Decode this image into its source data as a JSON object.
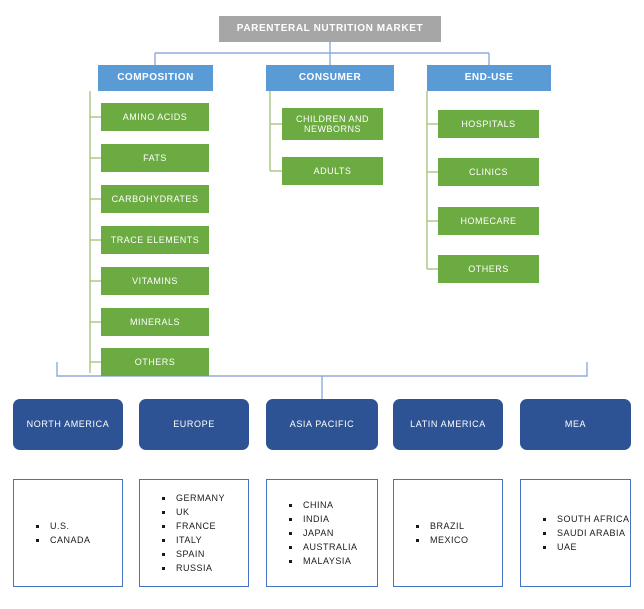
{
  "diagram": {
    "title": "PARENTERAL NUTRITION MARKET",
    "colors": {
      "root": "#a6a6a6",
      "category": "#5b9bd5",
      "leaf": "#6cab42",
      "region": "#2e5395",
      "connector_blue": "#8faadc",
      "connector_green": "#a9c47f",
      "card_border": "#4472c4"
    },
    "categories": [
      {
        "label": "COMPOSITION",
        "items": [
          {
            "label": "AMINO ACIDS"
          },
          {
            "label": "FATS"
          },
          {
            "label": "CARBOHYDRATES"
          },
          {
            "label": "TRACE ELEMENTS"
          },
          {
            "label": "VITAMINS"
          },
          {
            "label": "MINERALS"
          },
          {
            "label": "OTHERS"
          }
        ]
      },
      {
        "label": "CONSUMER",
        "items": [
          {
            "label": "CHILDREN AND NEWBORNS"
          },
          {
            "label": "ADULTS"
          }
        ]
      },
      {
        "label": "END-USE",
        "items": [
          {
            "label": "HOSPITALS"
          },
          {
            "label": "CLINICS"
          },
          {
            "label": "HOMECARE"
          },
          {
            "label": "OTHERS"
          }
        ]
      }
    ],
    "regions": [
      {
        "label": "NORTH AMERICA",
        "countries": [
          "U.S.",
          "CANADA"
        ]
      },
      {
        "label": "EUROPE",
        "countries": [
          "GERMANY",
          "UK",
          "FRANCE",
          "ITALY",
          "SPAIN",
          "RUSSIA"
        ]
      },
      {
        "label": "ASIA PACIFIC",
        "countries": [
          "CHINA",
          "INDIA",
          "JAPAN",
          "AUSTRALIA",
          "MALAYSIA"
        ]
      },
      {
        "label": "LATIN AMERICA",
        "countries": [
          "BRAZIL",
          "MEXICO"
        ]
      },
      {
        "label": "MEA",
        "countries": [
          "SOUTH AFRICA",
          "SAUDI ARABIA",
          "UAE"
        ]
      }
    ]
  }
}
